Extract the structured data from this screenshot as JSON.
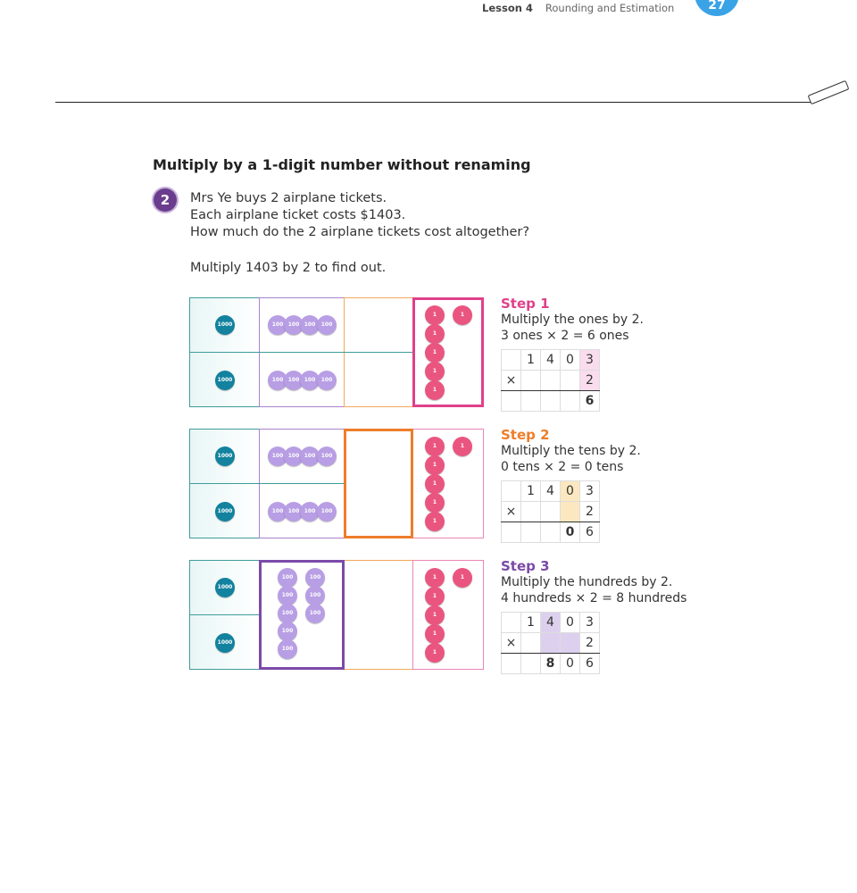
{
  "header": {
    "lesson": "Lesson 4",
    "title": "Rounding and Estimation",
    "page_number": "27"
  },
  "section_title": "Multiply by a 1-digit number without renaming",
  "question": {
    "number": "2",
    "lines": [
      "Mrs Ye buys 2 airplane tickets.",
      "Each airplane ticket costs $1403.",
      "How much do the 2 airplane tickets cost altogether?"
    ],
    "hint": "Multiply 1403 by 2 to find out."
  },
  "disk_labels": {
    "thousands": "1000",
    "hundreds": "100",
    "ones": "1"
  },
  "colors": {
    "step1": "#e0408a",
    "step2": "#ee7d2a",
    "step3": "#7b4aa8"
  },
  "steps": [
    {
      "title": "Step 1",
      "line1": "Multiply the ones by 2.",
      "line2": "3 ones × 2 = 6 ones",
      "table": [
        [
          "",
          "1",
          "4",
          "0",
          "3"
        ],
        [
          "×",
          "",
          "",
          "",
          "2"
        ],
        [
          "",
          "",
          "",
          "",
          "6"
        ]
      ]
    },
    {
      "title": "Step 2",
      "line1": "Multiply the tens by 2.",
      "line2": "0 tens × 2 = 0 tens",
      "table": [
        [
          "",
          "1",
          "4",
          "0",
          "3"
        ],
        [
          "×",
          "",
          "",
          "",
          "2"
        ],
        [
          "",
          "",
          "",
          "0",
          "6"
        ]
      ]
    },
    {
      "title": "Step 3",
      "line1": "Multiply the hundreds by 2.",
      "line2": "4 hundreds × 2 = 8 hundreds",
      "table": [
        [
          "",
          "1",
          "4",
          "0",
          "3"
        ],
        [
          "×",
          "",
          "",
          "",
          "2"
        ],
        [
          "",
          "",
          "8",
          "0",
          "6"
        ]
      ]
    }
  ]
}
